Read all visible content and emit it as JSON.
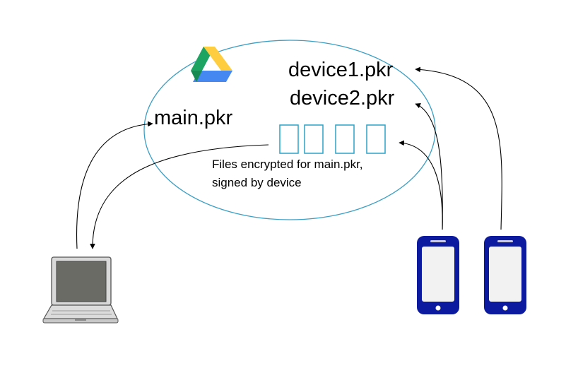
{
  "labels": {
    "main_file": "main.pkr",
    "device1_file": "device1.pkr",
    "device2_file": "device2.pkr",
    "note_line1": "Files encrypted for main.pkr,",
    "note_line2": "signed by device"
  },
  "icons": {
    "cloud": "google-drive-icon",
    "laptop": "laptop-icon",
    "phones": [
      "smartphone-icon",
      "smartphone-icon"
    ],
    "files": [
      "file-icon",
      "file-icon",
      "file-icon",
      "file-icon"
    ]
  },
  "colors": {
    "cloud_outline": "#3a9fc4",
    "file_outline": "#2aa3c8",
    "phone_body": "#0b1a9e",
    "drive_green": "#1da462",
    "drive_yellow": "#ffcd40",
    "drive_blue": "#4688f1",
    "laptop_screen": "#6b6b66"
  }
}
